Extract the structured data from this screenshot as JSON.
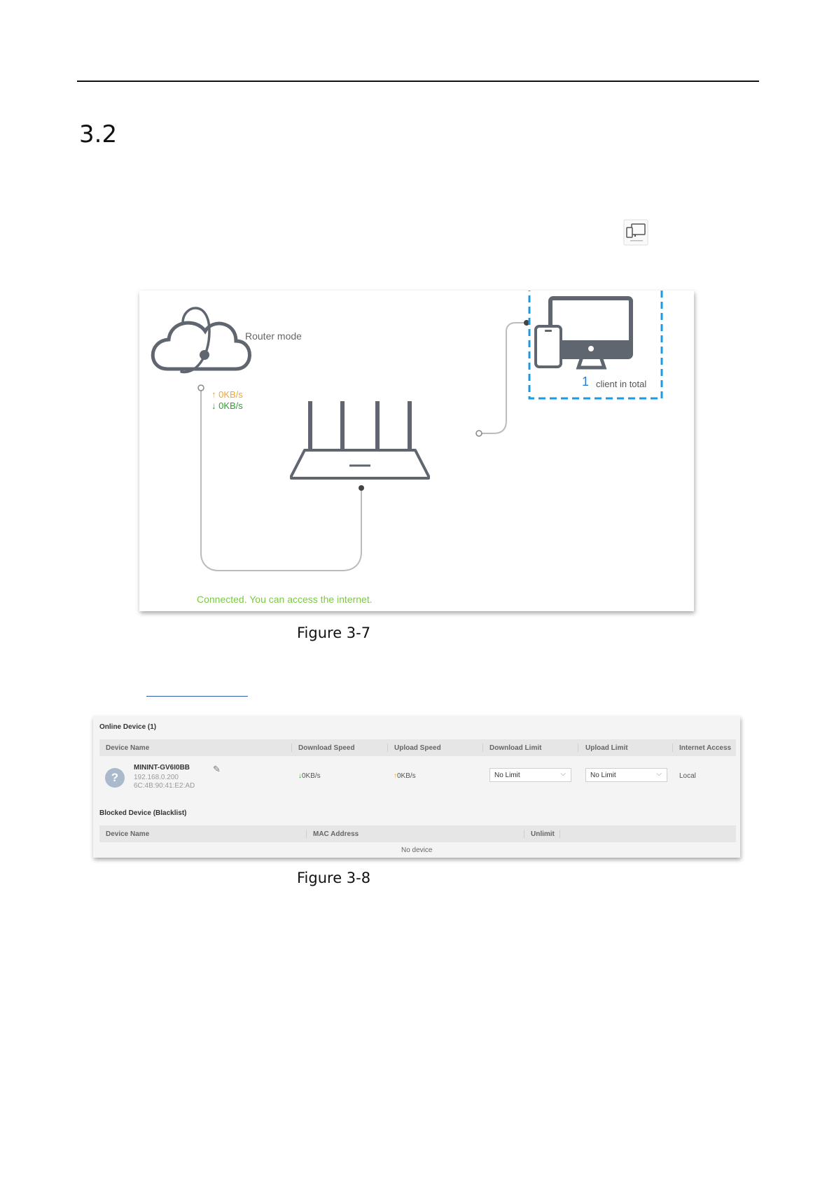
{
  "page": {
    "section_number": "3.2",
    "figure_caption_1": "Figure 3-7",
    "figure_caption_2": "Figure 3-8"
  },
  "topology": {
    "mode_label": "Router mode",
    "upload_speed": "↑ 0KB/s",
    "download_speed": "↓ 0KB/s",
    "client_count": "1",
    "client_label": "client in total",
    "status_text": "Connected. You can access the internet.",
    "colors": {
      "highlight_border": "#1a9be0",
      "upload": "#f5a623",
      "download": "#29a329",
      "status": "#7ac943",
      "count": "#2a7fd4"
    }
  },
  "device_list": {
    "online_title": "Online Device (1)",
    "online_headers": [
      "Device Name",
      "Download Speed",
      "Upload Speed",
      "Download Limit",
      "Upload Limit",
      "Internet Access"
    ],
    "device": {
      "avatar": "?",
      "name": "MININT-GV6I0BB",
      "ip": "192.168.0.200",
      "mac": "6C:4B:90:41:E2:AD",
      "download_speed": "0KB/s",
      "upload_speed": "0KB/s",
      "download_limit": "No Limit",
      "upload_limit": "No Limit",
      "internet_access": "Local"
    },
    "blocked_title": "Blocked Device (Blacklist)",
    "blocked_headers": [
      "Device Name",
      "MAC Address",
      "Unlimit"
    ],
    "blocked_empty": "No device"
  }
}
